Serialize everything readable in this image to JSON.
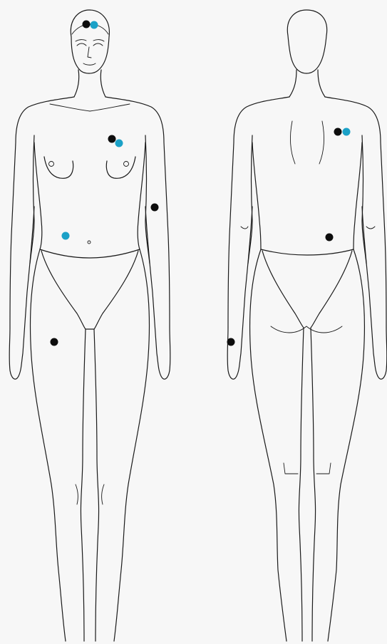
{
  "colors": {
    "background": "#f7f7f7",
    "outline": "#1a1a1a",
    "marker_black": "#0d0d0d",
    "marker_blue": "#1ba1c7"
  },
  "views": [
    {
      "id": "front",
      "kind": "front-view-figure"
    },
    {
      "id": "back",
      "kind": "back-view-figure"
    }
  ],
  "markers": [
    {
      "view": "front",
      "region": "forehead",
      "color": "black"
    },
    {
      "view": "front",
      "region": "forehead",
      "color": "blue"
    },
    {
      "view": "front",
      "region": "left-upper-chest",
      "color": "black"
    },
    {
      "view": "front",
      "region": "left-upper-chest",
      "color": "blue"
    },
    {
      "view": "front",
      "region": "left-upper-arm",
      "color": "black"
    },
    {
      "view": "front",
      "region": "right-lower-abdomen",
      "color": "blue"
    },
    {
      "view": "front",
      "region": "right-thigh",
      "color": "black"
    },
    {
      "view": "back",
      "region": "right-upper-back",
      "color": "black"
    },
    {
      "view": "back",
      "region": "right-upper-back",
      "color": "blue"
    },
    {
      "view": "back",
      "region": "right-lower-back",
      "color": "black"
    },
    {
      "view": "back",
      "region": "left-wrist",
      "color": "black"
    }
  ]
}
